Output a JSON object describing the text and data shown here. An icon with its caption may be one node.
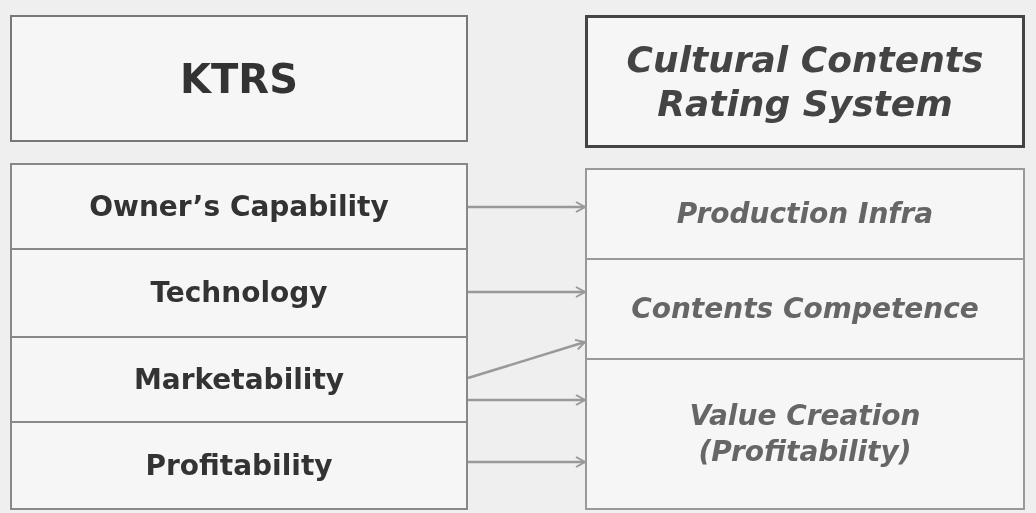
{
  "diagram": {
    "nodes": [
      {
        "text": [
          "KTRS"
        ]
      },
      {
        "text": [
          "Cultural Contents Rating System"
        ]
      },
      {
        "text": [
          "Owner’s Capability"
        ]
      },
      {
        "text": [
          "Technology"
        ]
      },
      {
        "text": [
          "Marketability"
        ]
      },
      {
        "text": [
          "Profitability"
        ]
      },
      {
        "text": [
          "Production Infra"
        ]
      },
      {
        "text": [
          "Contents Competence"
        ]
      },
      {
        "text": [
          "Value Creation (Profitability)"
        ]
      }
    ],
    "edges": [
      {
        "from": 2,
        "to": 6,
        "arrow": "to"
      },
      {
        "from": 3,
        "to": 7,
        "arrow": "to"
      },
      {
        "from": 4,
        "to": 7,
        "arrow": "to"
      },
      {
        "from": 4,
        "to": 8,
        "arrow": "to"
      },
      {
        "from": 5,
        "to": 8,
        "arrow": "to"
      }
    ]
  }
}
